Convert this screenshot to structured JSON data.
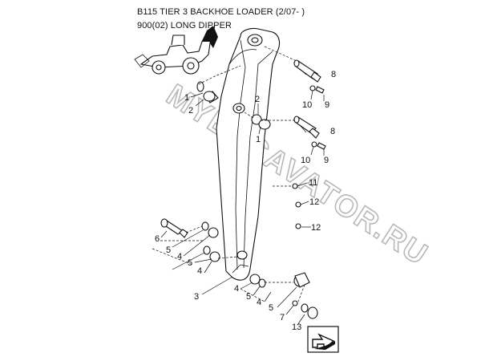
{
  "header": {
    "title": "B115 TIER 3 BACKHOE LOADER (2/07- )",
    "subtitle": "900(02) LONG DIPPER"
  },
  "watermark": "MYEXCAVATOR.RU",
  "callouts": {
    "c1a": "1",
    "c2a": "2",
    "c2b": "2",
    "c1b": "1",
    "c8a": "8",
    "c10a": "10",
    "c9a": "9",
    "c8b": "8",
    "c10b": "10",
    "c9b": "9",
    "c11": "11",
    "c12a": "12",
    "c12b": "12",
    "c6": "6",
    "c5a": "5",
    "c4a": "4",
    "c5b": "5",
    "c4b": "4",
    "c3": "3",
    "c4c": "4",
    "c5c": "5",
    "c4d": "4",
    "c5d": "5",
    "c7": "7",
    "c13": "13"
  },
  "icons": {
    "machine": "backhoe-loader-icon",
    "nav": "page-navigation-arrow-icon"
  }
}
